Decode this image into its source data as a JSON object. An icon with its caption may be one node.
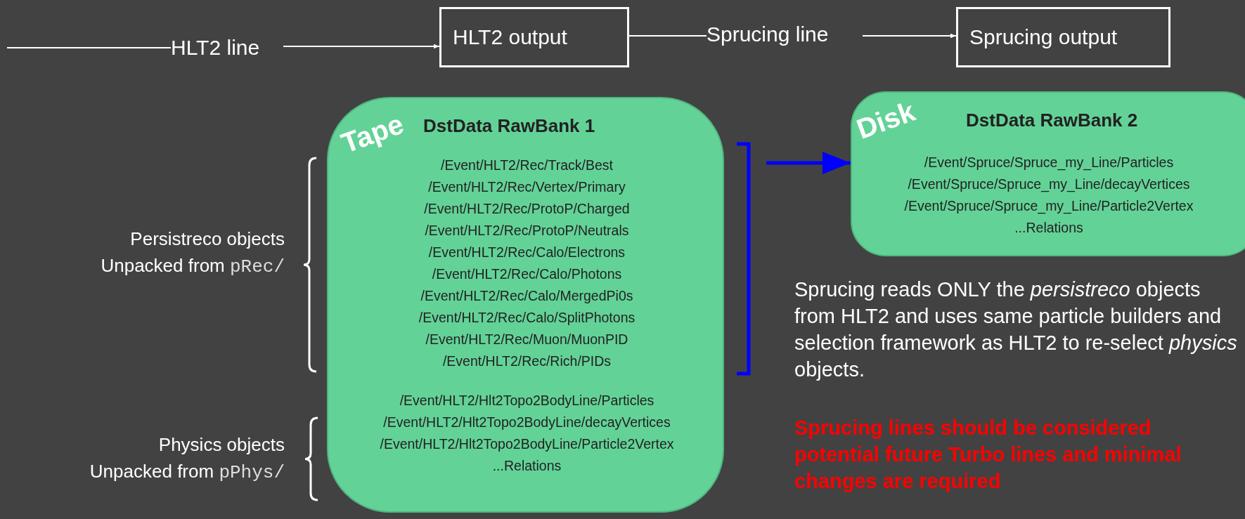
{
  "diagram": {
    "nodes": [
      {
        "text": [
          "HLT2 line"
        ]
      },
      {
        "text": [
          "HLT2 output"
        ]
      },
      {
        "text": [
          "Sprucing line"
        ]
      },
      {
        "text": [
          "Sprucing output"
        ]
      },
      {
        "text": [
          "Tape",
          "DstData RawBank 1",
          "/Event/HLT2/Rec/Track/Best /Event/HLT2/Rec/Vertex/Primary /Event/HLT2/Rec/ProtoP/Charged /Event/HLT2/Rec/ProtoP/Neutrals /Event/HLT2/Rec/Calo/Electrons /Event/HLT2/Rec/Calo/Photons /Event/HLT2/Rec/Calo/MergedPi0s /Event/HLT2/Rec/Calo/SplitPhotons /Event/HLT2/Rec/Muon/MuonPID /Event/HLT2/Rec/Rich/PIDs",
          "/Event/HLT2/Hlt2Topo2BodyLine/Particles /Event/HLT2/Hlt2Topo2BodyLine/decayVertices /Event/HLT2/Hlt2Topo2BodyLine/Particle2Vertex ...Relations"
        ]
      },
      {
        "text": [
          "Disk",
          "DstData RawBank 2",
          "/Event/Spruce/Spruce_my_Line/Particles /Event/Spruce/Spruce_my_Line/decayVertices /Event/Spruce/Spruce_my_Line/Particle2Vertex ...Relations"
        ]
      }
    ],
    "edges": [
      {
        "from": null,
        "to": 0,
        "arrow": "none"
      },
      {
        "from": 0,
        "to": 1,
        "arrow": "to"
      },
      {
        "from": 1,
        "to": 2,
        "arrow": "none"
      },
      {
        "from": 2,
        "to": 3,
        "arrow": "to"
      },
      {
        "from": null,
        "to": 5,
        "arrow": "to",
        "style": "thick",
        "color": "#0000ff"
      }
    ],
    "labels": [
      "Persistreco objects",
      "Unpacked from pRec/",
      "Physics objects",
      "Unpacked from pPhys/",
      "Sprucing reads ONLY the *persistreco* objects from HLT2 and uses same particle builders and selection framework as HLT2 to re-select *physics* objects.",
      "Sprucing lines should be considered potential future Turbo lines and minimal changes are required"
    ]
  }
}
